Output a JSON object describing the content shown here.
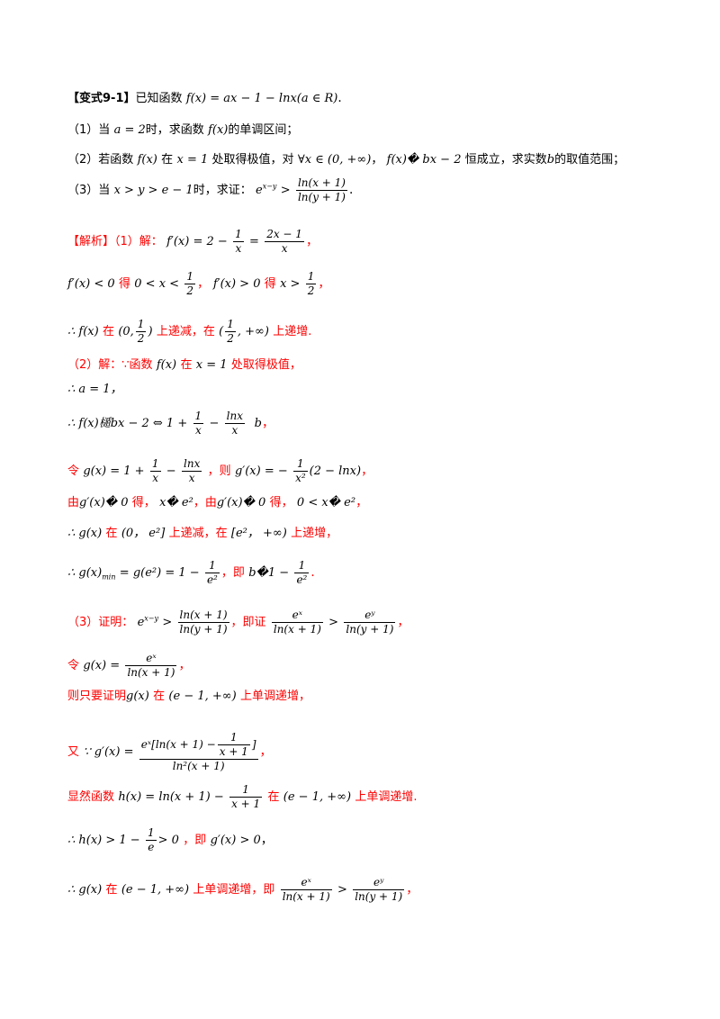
{
  "problem": {
    "tag": "【变式9-1】",
    "intro": "已知函数",
    "func_def": "f(x) = ax − 1 − lnx(a ∈ R)",
    "end": ".",
    "q1": {
      "no": "（1）当",
      "cond": "a = 2",
      "t1": "时，求函数",
      "fx": "f(x)",
      "t2": "的单调区间；"
    },
    "q2": {
      "no": "（2）若函数",
      "fx": "f(x)",
      "t1": "在",
      "cond": "x = 1",
      "t2": "处取得极值，对",
      "forall": "∀x ∈ (0, +∞)",
      "comma": "，",
      "ineq": "f(x)� bx − 2",
      "t3": "恒成立，求实数",
      "b": "b",
      "t4": "的取值范围；"
    },
    "q3": {
      "no": "（3）当",
      "cond": "x > y > e − 1",
      "t1": "时，求证：",
      "lhs": "e",
      "lhs_sup": "x−y",
      "gt": ">",
      "num": "ln(x + 1)",
      "den": "ln(y + 1)",
      "end": "."
    }
  },
  "solution": {
    "s1": {
      "head": "【解析】（1）解：",
      "deriv": "f′(x) = 2 −",
      "f1_num": "1",
      "f1_den": "x",
      "eq": "=",
      "f2_num": "2x − 1",
      "f2_den": "x",
      "comma": "，"
    },
    "s2": {
      "a": "f′(x) < 0",
      "de": "得",
      "b": "0 < x <",
      "h_num": "1",
      "h_den": "2",
      "c1": "，",
      "c": "f′(x) > 0",
      "de2": "得",
      "d": "x >",
      "h2_num": "1",
      "h2_den": "2",
      "c2": "，"
    },
    "s3": {
      "therefore": "∴ f(x)",
      "zai": "在",
      "i1a": "(0,",
      "i1_num": "1",
      "i1_den": "2",
      "i1b": ")",
      "dec": "上递减，在",
      "i2a": "(",
      "i2_num": "1",
      "i2_den": "2",
      "i2b": ", +∞)",
      "inc": "上递增."
    },
    "s4": {
      "head": "（2）解：∵函数",
      "fx": "f(x)",
      "zai": "在",
      "x1": "x = 1",
      "tail": "处取得极值，"
    },
    "s5": {
      "text": "∴ a = 1，"
    },
    "s6": {
      "a": "∴ f(x)𣜲bx − 2 ⇔ 1 +",
      "f1_num": "1",
      "f1_den": "x",
      "minus": "−",
      "f2_num": "lnx",
      "f2_den": "x",
      "b": "b",
      "comma": "，"
    },
    "s7": {
      "ling": "令",
      "g": "g(x) = 1 +",
      "f1_num": "1",
      "f1_den": "x",
      "minus": "−",
      "f2_num": "lnx",
      "f2_den": "x",
      "ze": "，则",
      "gp": "g′(x) = −",
      "f3_num": "1",
      "f3_den": "x²",
      "tail": "(2 − lnx)",
      "comma": "，"
    },
    "s8": {
      "you": "由",
      "a": "g′(x)� 0",
      "de": "得，",
      "b": "x� e²",
      "you2": "，由",
      "c": "g′(x)� 0",
      "de2": "得，",
      "d": "0 < x� e²",
      "comma": "，"
    },
    "s9": {
      "a": "∴ g(x)",
      "zai": "在",
      "i1": "(0，  e²]",
      "dec": "上递减，在",
      "i2": "[e²，  +∞)",
      "inc": "上递增，"
    },
    "s10": {
      "a": "∴ g(x)",
      "sub": "min",
      "b": "= g(e²) = 1 −",
      "f_num": "1",
      "f_den": "e²",
      "ji": "，即",
      "c": "b�1 −",
      "f2_num": "1",
      "f2_den": "e²",
      "end": "."
    },
    "s11": {
      "head": "（3）证明：",
      "e": "e",
      "esup": "x−y",
      "gt": ">",
      "n1": "ln(x + 1)",
      "d1": "ln(y + 1)",
      "jizheng": "，即证",
      "n2": "eˣ",
      "d2": "ln(x + 1)",
      "gt2": ">",
      "n3": "eʸ",
      "d3": "ln(y + 1)",
      "comma": "，"
    },
    "s12": {
      "ling": "令",
      "g": "g(x) =",
      "num": "eˣ",
      "den": "ln(x + 1)",
      "comma": "，"
    },
    "s13": {
      "a": "则只要证明",
      "g": "g(x)",
      "zai": "在",
      "i": "(e − 1, +∞)",
      "tail": "上单调递增，"
    },
    "s14": {
      "you": "又",
      "a": "∵ g′(x) =",
      "num_a": "eˣ[ln(x + 1) −",
      "num_f_num": "1",
      "num_f_den": "x + 1",
      "num_b": "]",
      "den": "ln²(x + 1)",
      "comma": "，"
    },
    "s15": {
      "a": "显然函数",
      "h": "h(x) = ln(x + 1) −",
      "f_num": "1",
      "f_den": "x + 1",
      "zai": "在",
      "i": "(e − 1, +∞)",
      "tail": "上单调递增."
    },
    "s16": {
      "a": "∴ h(x) > 1 −",
      "f_num": "1",
      "f_den": "e",
      "gt": "> 0",
      "ji": "，即",
      "b": "g′(x) > 0",
      "comma": "，"
    },
    "s17": {
      "a": "∴ g(x)",
      "zai": "在",
      "i": "(e − 1, +∞)",
      "tail": "上单调递增，即",
      "n1": "eˣ",
      "d1": "ln(x + 1)",
      "gt": ">",
      "n2": "eʸ",
      "d2": "ln(y + 1)",
      "comma": "，"
    }
  }
}
